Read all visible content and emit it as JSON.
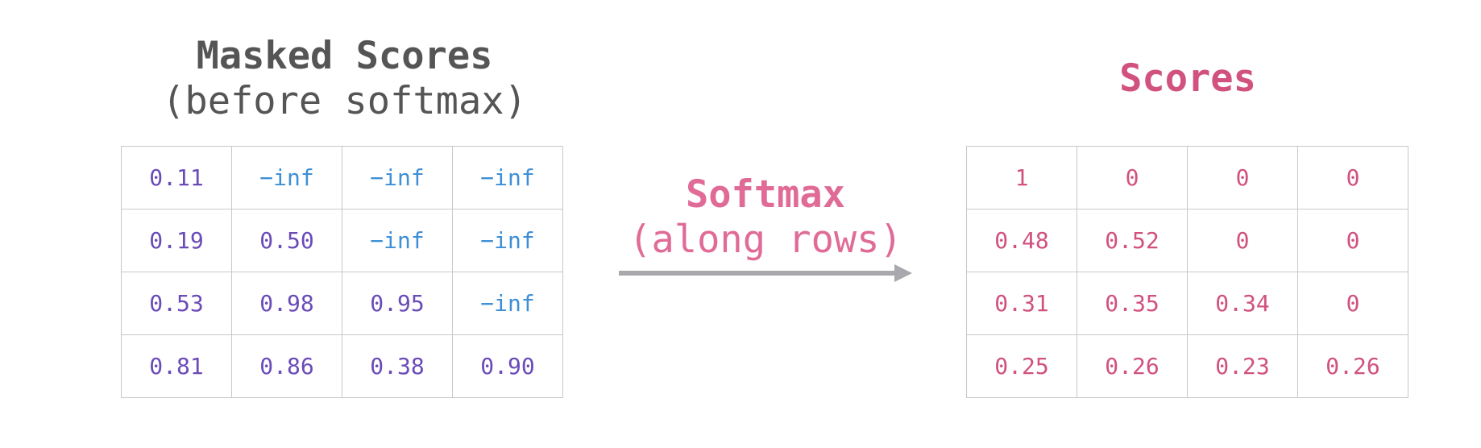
{
  "left_panel": {
    "title": "Masked Scores",
    "subtitle": "(before softmax)",
    "rows": [
      [
        {
          "text": "0.11",
          "kind": "num"
        },
        {
          "text": "−inf",
          "kind": "inf"
        },
        {
          "text": "−inf",
          "kind": "inf"
        },
        {
          "text": "−inf",
          "kind": "inf"
        }
      ],
      [
        {
          "text": "0.19",
          "kind": "num"
        },
        {
          "text": "0.50",
          "kind": "num"
        },
        {
          "text": "−inf",
          "kind": "inf"
        },
        {
          "text": "−inf",
          "kind": "inf"
        }
      ],
      [
        {
          "text": "0.53",
          "kind": "num"
        },
        {
          "text": "0.98",
          "kind": "num"
        },
        {
          "text": "0.95",
          "kind": "num"
        },
        {
          "text": "−inf",
          "kind": "inf"
        }
      ],
      [
        {
          "text": "0.81",
          "kind": "num"
        },
        {
          "text": "0.86",
          "kind": "num"
        },
        {
          "text": "0.38",
          "kind": "num"
        },
        {
          "text": "0.90",
          "kind": "num"
        }
      ]
    ]
  },
  "operation": {
    "title": "Softmax",
    "subtitle": "(along rows)"
  },
  "right_panel": {
    "title": "Scores",
    "rows": [
      [
        "1",
        "0",
        "0",
        "0"
      ],
      [
        "0.48",
        "0.52",
        "0",
        "0"
      ],
      [
        "0.31",
        "0.35",
        "0.34",
        "0"
      ],
      [
        "0.25",
        "0.26",
        "0.23",
        "0.26"
      ]
    ]
  },
  "colors": {
    "heading_gray": "#555555",
    "number_purple": "#6a4bb8",
    "inf_blue": "#3d8fd6",
    "scores_pink": "#d1517f",
    "operation_pink": "#e06b97",
    "arrow_gray": "#a9a9ad",
    "grid_line": "#c8c8c8"
  }
}
